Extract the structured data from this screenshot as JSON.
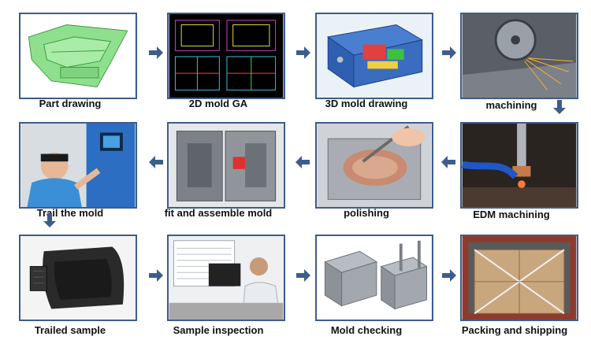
{
  "arrow_color": "#3e5d8a",
  "tile_border_color": "#3e5d8a",
  "steps": [
    {
      "label": "Part drawing",
      "icon": "cad-part-model-icon"
    },
    {
      "label": "2D mold GA",
      "icon": "2d-drawing-icon"
    },
    {
      "label": "3D mold drawing",
      "icon": "3d-mold-model-icon"
    },
    {
      "label": "machining",
      "icon": "grinding-machine-icon"
    },
    {
      "label": "EDM machining",
      "icon": "edm-electrode-icon"
    },
    {
      "label": "polishing",
      "icon": "polishing-tool-icon"
    },
    {
      "label": "fit and assemble mold",
      "icon": "mold-halves-icon"
    },
    {
      "label": "Trail the mold",
      "icon": "operator-machine-icon"
    },
    {
      "label": "Trailed sample",
      "icon": "plastic-part-icon"
    },
    {
      "label": "Sample inspection",
      "icon": "inspection-desk-icon"
    },
    {
      "label": "Mold checking",
      "icon": "mold-base-icon"
    },
    {
      "label": "Packing and shipping",
      "icon": "shipping-container-icon"
    }
  ]
}
